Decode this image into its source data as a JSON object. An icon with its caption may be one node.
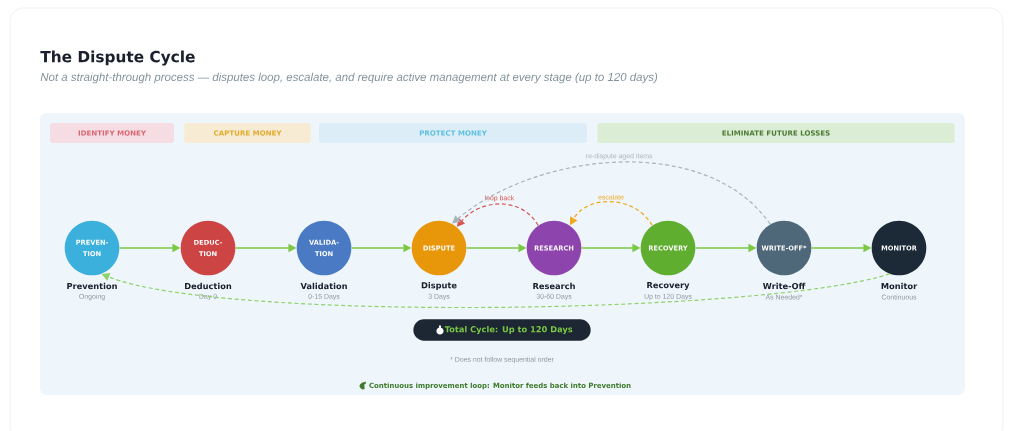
{
  "diagram": {
    "title": "The Dispute Cycle",
    "caption": "Not a straight-through process — disputes loop, escalate, and require active management at every stage (up to 120 days)",
    "nodes": [
      {
        "text": [
          "IDENTIFY MONEY"
        ]
      },
      {
        "text": [
          "CAPTURE MONEY"
        ]
      },
      {
        "text": [
          "PROTECT MONEY"
        ]
      },
      {
        "text": [
          "ELIMINATE FUTURE LOSSES"
        ]
      },
      {
        "text": [
          "PREVEN-TION",
          "Prevention"
        ],
        "beside": [
          "Ongoing"
        ]
      },
      {
        "text": [
          "DEDUC-TION",
          "Deduction"
        ],
        "beside": [
          "Day 0"
        ]
      },
      {
        "text": [
          "VALIDA-TION",
          "Validation"
        ],
        "beside": [
          "0-15 Days"
        ]
      },
      {
        "text": [
          "DISPUTE",
          "Dispute"
        ],
        "beside": [
          "3 Days"
        ]
      },
      {
        "text": [
          "RESEARCH",
          "Research"
        ],
        "beside": [
          "30-60 Days"
        ]
      },
      {
        "text": [
          "RECOVERY",
          "Recovery"
        ],
        "beside": [
          "Up to 120 Days"
        ]
      },
      {
        "text": [
          "WRITE-OFF*",
          "Write-Off"
        ],
        "beside": [
          "As Needed*"
        ]
      },
      {
        "text": [
          "MONITOR",
          "Monitor"
        ],
        "beside": [
          "Continuous"
        ]
      },
      {
        "text": [
          "Total Cycle: Up to 120 Days"
        ]
      }
    ],
    "edges": [
      {
        "from": 4,
        "to": 5,
        "arrow": "to"
      },
      {
        "from": 5,
        "to": 6,
        "arrow": "to"
      },
      {
        "from": 6,
        "to": 7,
        "arrow": "to"
      },
      {
        "from": 7,
        "to": 8,
        "arrow": "to"
      },
      {
        "from": 8,
        "to": 9,
        "arrow": "to"
      },
      {
        "from": 9,
        "to": 10,
        "arrow": "to"
      },
      {
        "from": 10,
        "to": 11,
        "arrow": "to"
      },
      {
        "from": 8,
        "to": 7,
        "arrow": "to",
        "label": "loop back",
        "style": "dashed",
        "color": "#d9534f"
      },
      {
        "from": 9,
        "to": 8,
        "arrow": "to",
        "label": "escalate",
        "style": "dashed",
        "color": "#f0a81c"
      },
      {
        "from": 10,
        "to": 7,
        "arrow": "to",
        "label": "re-dispute aged items",
        "style": "dashed",
        "color": "#a8b4bc"
      },
      {
        "from": 11,
        "to": 4,
        "arrow": "to",
        "style": "dashed",
        "color": "#8fd16a"
      }
    ],
    "labels": [
      "* Does not follow sequential order",
      "Continuous improvement loop: Monitor feeds back into Prevention"
    ]
  }
}
